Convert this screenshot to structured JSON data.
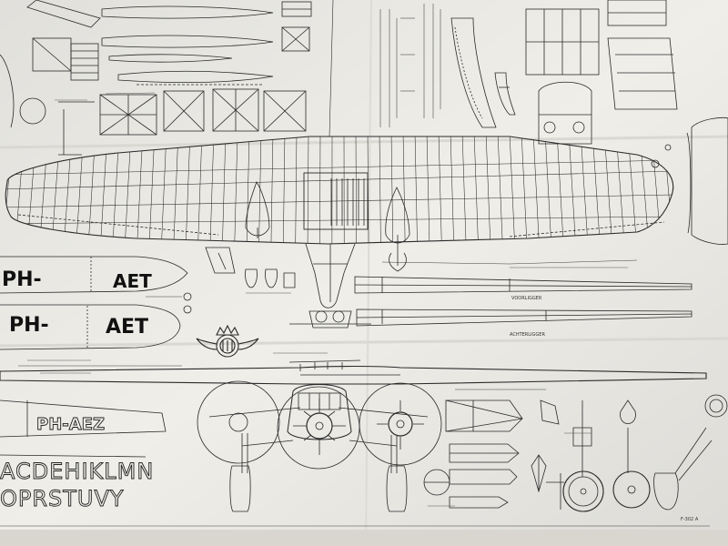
{
  "registration": {
    "prefix": "PH-",
    "suffix": "AET",
    "side_view_text": "PH-AEZ"
  },
  "lettering_samples": {
    "line1": "ACDEHIKLMN",
    "line2": "OPRSTUVY"
  },
  "labels": {
    "voorligger": "VOORLIGGER",
    "achterligger": "ACHTERLIGGER",
    "plate_number": "F-302 A"
  }
}
